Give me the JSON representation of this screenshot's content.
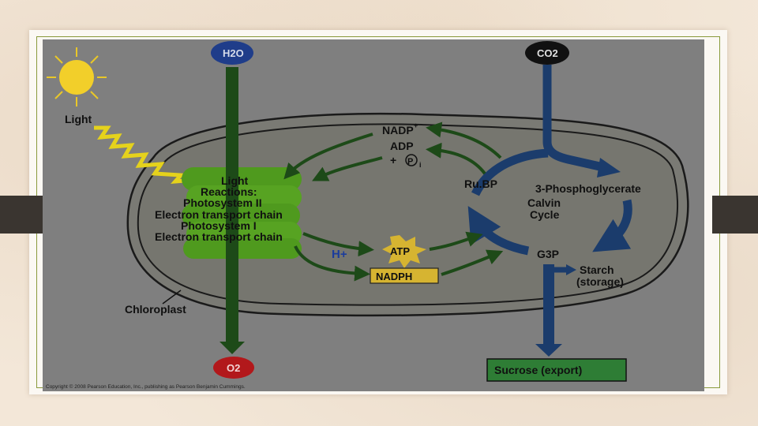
{
  "diagram": {
    "inputs": {
      "water": "H2O",
      "water_sub": "2",
      "co2": "CO2",
      "co2_sub": "2",
      "light": "Light"
    },
    "outputs": {
      "oxygen": "O2",
      "oxygen_sub": "2",
      "sucrose": "Sucrose (export)",
      "starch_line1": "Starch",
      "starch_line2": "(storage)"
    },
    "light_reactions": {
      "line1": "Light",
      "line2": "Reactions:",
      "line3": "Photosystem II",
      "line4": "Electron transport chain",
      "line5": "Photosystem I",
      "line6": "Electron transport chain"
    },
    "carriers": {
      "nadp": "NADP",
      "nadp_sup": "+",
      "adp": "ADP",
      "pi_prefix": "+",
      "pi_symbol": "P",
      "pi_sub": "i",
      "atp": "ATP",
      "nadph": "NADPH",
      "h_plus": "H+"
    },
    "calvin": {
      "rubp": "Ru.BP",
      "pga": "3-Phosphoglycerate",
      "cycle_line1": "Calvin",
      "cycle_line2": "Cycle",
      "g3p": "G3P"
    },
    "chloroplast_label": "Chloroplast",
    "copyright": "Copyright © 2008 Pearson Education, Inc., publishing as Pearson Benjamin Cummings."
  },
  "colors": {
    "background": "#7f7f7f",
    "chloroplast_fill": "#777770",
    "water_node": "#1f3d8a",
    "oxygen_node": "#b2181b",
    "green_arrow": "#1d4a18",
    "blue_arrow": "#1b3c6c",
    "thylakoid": "#4f9a1e",
    "label_box": "#d6b431",
    "sucrose_box": "#2e7d35",
    "light_zigzag": "#e5d21c",
    "sun": "#f2cf2a"
  }
}
